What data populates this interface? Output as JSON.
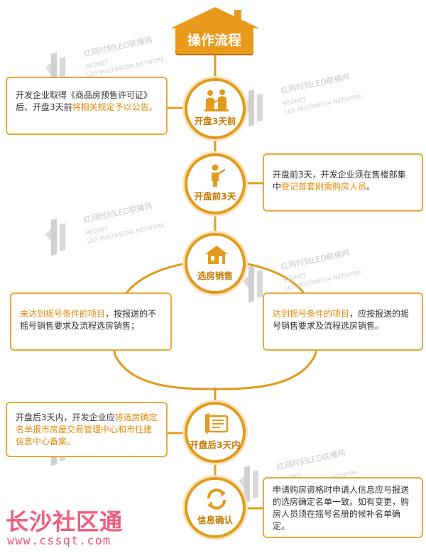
{
  "title": "操作流程",
  "watermark": {
    "cn": "红网时刻LED联播网",
    "en1": "REDNET",
    "en2": "LED MULTIMEDIA NETWORK"
  },
  "steps": [
    {
      "label": "开盘3天前",
      "icon": "presenter-audience-icon"
    },
    {
      "label": "开盘前3天",
      "icon": "person-pointing-icon"
    },
    {
      "label": "选房销售",
      "icon": "house-icon"
    },
    {
      "label": "开盘后3天内",
      "icon": "document-pen-icon"
    },
    {
      "label": "信息确认",
      "icon": "refresh-arrows-icon"
    }
  ],
  "notes": {
    "step1": {
      "plain": "开发企业取得《商品房预售许可证》后、开盘3天前",
      "highlight": "将相关规定予以公告。"
    },
    "step2": {
      "plain": "开盘前3天，开发企业须在售楼部集中",
      "highlight": "登记首套刚需购房人员",
      "tail": "。"
    },
    "step3_left": {
      "highlight": "未达到摇号条件的项目",
      "plain": "，按报送的不摇号销售要求及流程选房销售；"
    },
    "step3_right": {
      "highlight": "达到摇号条件的项目",
      "plain": "，应按报送的摇号销售要求及流程选房销售。"
    },
    "step4": {
      "plain": "开盘后3天内，开发企业应",
      "highlight": "将选房确定名单报市房屋交易管理中心和市住建信息中心备案。"
    },
    "step5": {
      "plain": "申请购房资格时申请人信息应与报送的选房确定名单一致。如有变更，购房人员须在摇号名册的候补名单确定。"
    }
  },
  "brand": {
    "name": "长沙社区通",
    "site": "www.cssqt.com"
  },
  "colors": {
    "accent": "#e99a1c",
    "highlight": "#e08a0b",
    "brand": "#ee5e7e"
  }
}
